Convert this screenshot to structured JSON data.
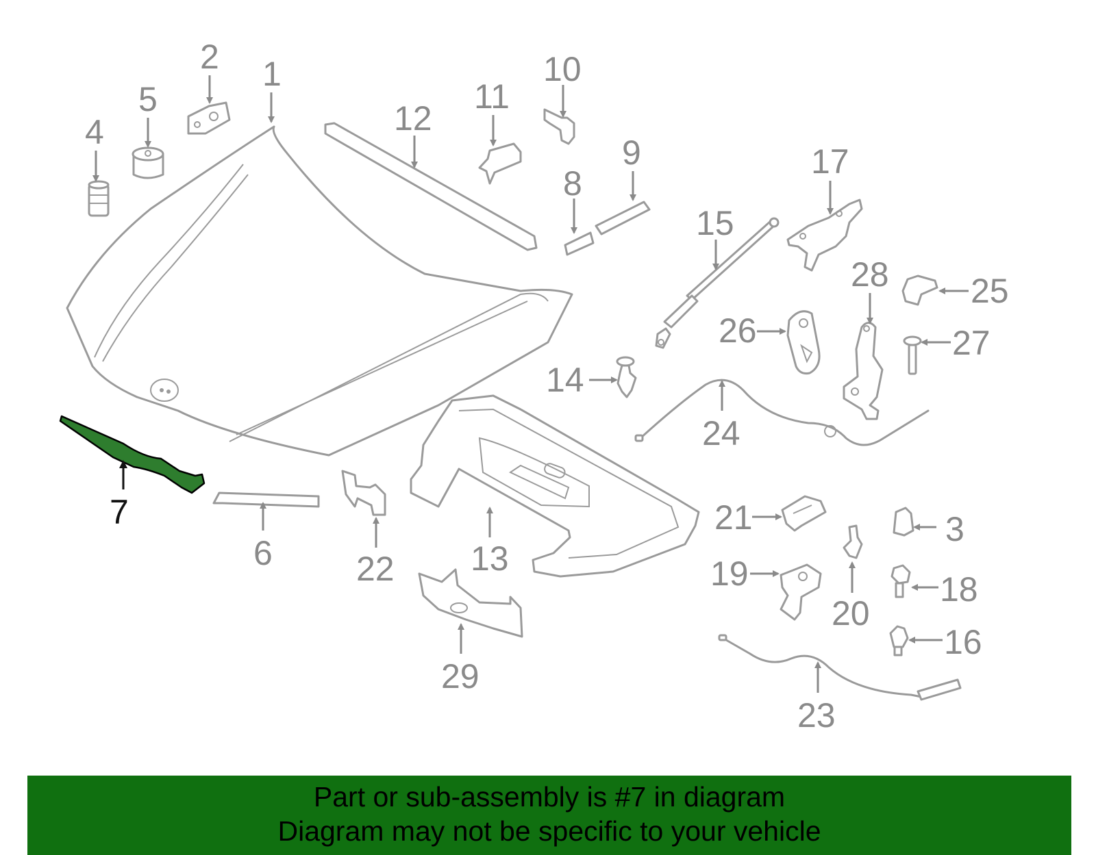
{
  "diagram": {
    "highlight_color": "#2e7d2e",
    "label_color": "#8a8a8a",
    "selected_label_color": "#111111",
    "selected_part": "7",
    "labels": {
      "p1": "1",
      "p2": "2",
      "p3": "3",
      "p4": "4",
      "p5": "5",
      "p6": "6",
      "p7": "7",
      "p8": "8",
      "p9": "9",
      "p10": "10",
      "p11": "11",
      "p12": "12",
      "p13": "13",
      "p14": "14",
      "p15": "15",
      "p16": "16",
      "p17": "17",
      "p18": "18",
      "p19": "19",
      "p20": "20",
      "p21": "21",
      "p22": "22",
      "p23": "23",
      "p24": "24",
      "p25": "25",
      "p26": "26",
      "p27": "27",
      "p28": "28",
      "p29": "29"
    }
  },
  "banner": {
    "background": "#107010",
    "line1": "Part or sub-assembly is #7 in diagram",
    "line2": "Diagram may not be specific to your vehicle"
  }
}
